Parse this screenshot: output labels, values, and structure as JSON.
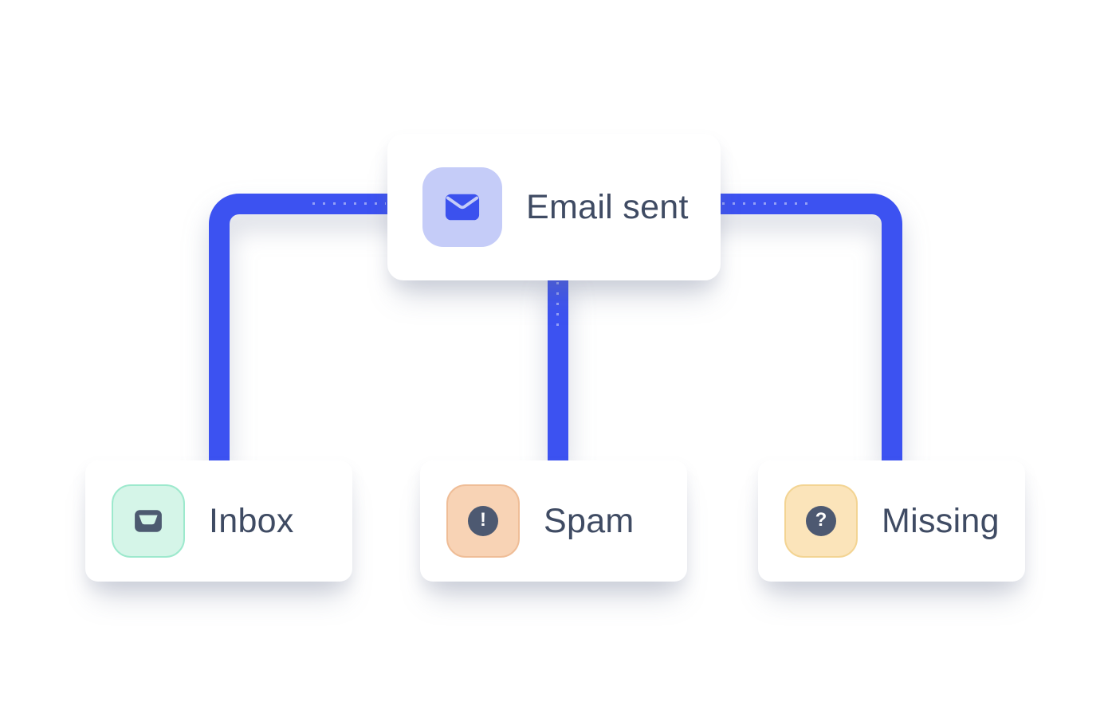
{
  "colors": {
    "background": "#ffffff",
    "card-bg": "#ffffff",
    "connector": "#3c52f1",
    "label": "#3f4b63",
    "root-tile-bg": "#c5ccf8",
    "root-icon": "#3b51ee",
    "inbox-tile-bg": "#d5f5e8",
    "inbox-tile-border": "#9de9cd",
    "spam-tile-bg": "#f8d3b5",
    "spam-tile-border": "#efbd97",
    "missing-tile-bg": "#fbe4ba",
    "missing-tile-border": "#f3d493",
    "child-icon": "#4d5a70",
    "badge-circle": "#4d5971",
    "badge-glyph": "#ffffff"
  },
  "nodes": {
    "root": {
      "label": "Email sent",
      "icon": "envelope-icon"
    },
    "children": [
      {
        "label": "Inbox",
        "icon": "inbox-tray-icon"
      },
      {
        "label": "Spam",
        "icon": "exclamation-circle-icon",
        "glyph": "!"
      },
      {
        "label": "Missing",
        "icon": "question-circle-icon",
        "glyph": "?"
      }
    ]
  }
}
